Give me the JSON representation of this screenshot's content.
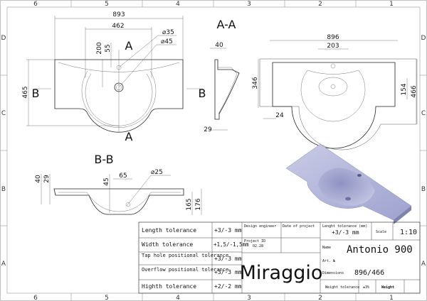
{
  "zones": {
    "columns": [
      "6",
      "5",
      "4",
      "3",
      "2",
      "1"
    ],
    "rows": [
      "D",
      "C",
      "B",
      "A"
    ]
  },
  "top_view": {
    "width": "893",
    "bowl_width": "462",
    "tap_offset": "200",
    "tap_to_edge": "55",
    "tap_dia": "⌀35",
    "drain_dia": "⌀45",
    "depth": "465",
    "section_a": "A",
    "section_b": "B"
  },
  "section_aa": {
    "title": "A-A",
    "rim": "40",
    "lip": "29"
  },
  "right_view": {
    "width": "896",
    "bowl_width": "203",
    "inner_depth": "346",
    "edge": "24",
    "bowl_depth": "154",
    "total_depth": "466"
  },
  "section_bb": {
    "title": "B-B",
    "h40": "40",
    "h29": "29",
    "h45": "45",
    "w65": "65",
    "dia": "⌀25",
    "h165": "165",
    "h176": "176"
  },
  "title_block": {
    "tolerances": [
      {
        "label": "Length tolerance",
        "value": "+3/-3 mm"
      },
      {
        "label": "Width tolerance",
        "value": "+1,5/-1,5mm"
      },
      {
        "label": "Tap hole positional tolerance",
        "value": "+3/-3 mm"
      },
      {
        "label": "Overflow positional tolerance",
        "value": "+3/-3 mm"
      },
      {
        "label": "Highth tolerance",
        "value": "+2/-2 mm"
      }
    ],
    "design_engineer": "Design engineer",
    "date_of_project": "Date of project",
    "project_id_label": "Project ID",
    "project_id": "02.28",
    "brand": "Miraggio",
    "length_tol_label": "Lenght tolerance (mm)",
    "length_tol": "+3/-3 mm",
    "scale_label": "Scale",
    "scale": "1:10",
    "name_label": "Name",
    "name": "Antonio 900",
    "art_label": "Art. №",
    "dimensions_label": "Dimensions",
    "dimensions": "896/466",
    "weight_tol_label": "Weight tolerance",
    "weight_tol": "±3%",
    "weight_label": "Weight"
  }
}
